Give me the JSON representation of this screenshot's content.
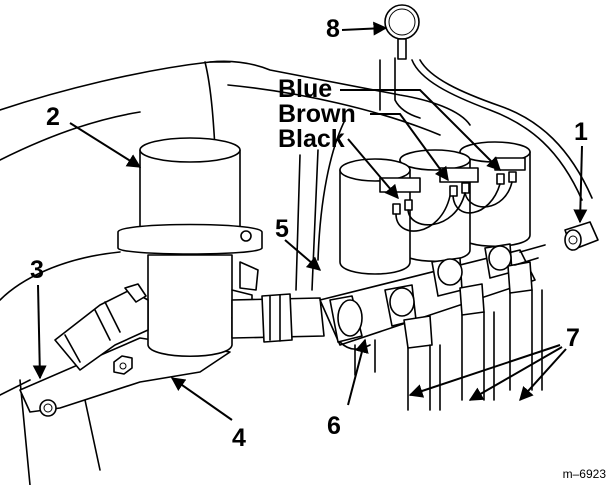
{
  "callouts": {
    "c1": "1",
    "c2": "2",
    "c3": "3",
    "c4": "4",
    "c5": "5",
    "c6": "6",
    "c7": "7",
    "c8": "8"
  },
  "wire_labels": {
    "blue": "Blue",
    "brown": "Brown",
    "black": "Black"
  },
  "figure_id": "m–6923"
}
